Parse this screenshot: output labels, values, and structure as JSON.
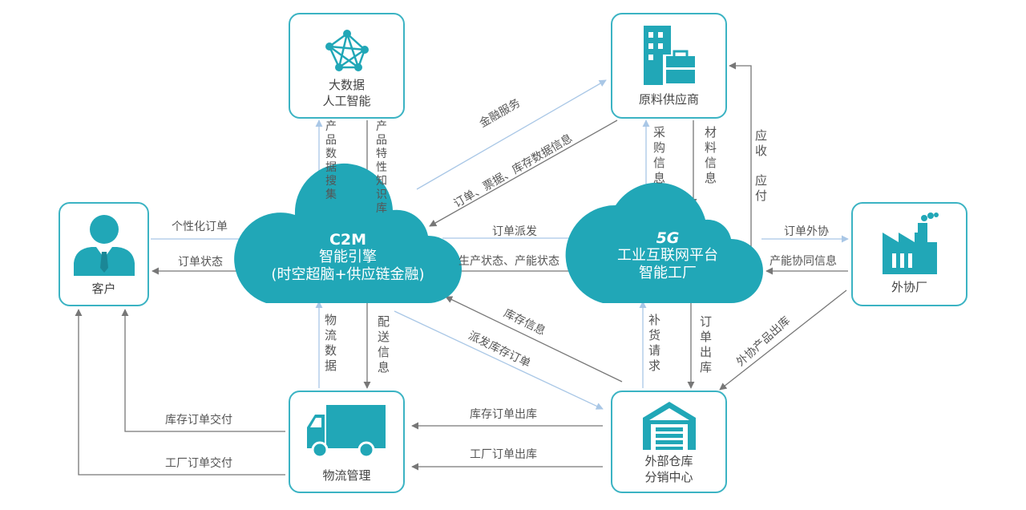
{
  "colors": {
    "teal": "#21a7b7",
    "border": "#3bb3c3",
    "line_gray": "#777777",
    "line_blue": "#aac8e6"
  },
  "nodes": {
    "big_data": {
      "label_1": "大数据",
      "label_2": "人工智能",
      "icon": "network-graph-icon"
    },
    "supplier": {
      "label": "原料供应商",
      "icon": "building-icon"
    },
    "customer": {
      "label": "客户",
      "icon": "person-icon"
    },
    "outsourcing": {
      "label": "外协厂",
      "icon": "factory-icon"
    },
    "logistics": {
      "label": "物流管理",
      "icon": "truck-icon"
    },
    "warehouse": {
      "label_1": "外部仓库",
      "label_2": "分销中心",
      "icon": "warehouse-icon"
    }
  },
  "clouds": {
    "c2m": {
      "title": "C2M",
      "line_1": "智能引擎",
      "line_2": "(时空超脑+供应链金融)"
    },
    "platform": {
      "title": "5G",
      "line_1": "工业互联网平台",
      "line_2": "智能工厂"
    }
  },
  "edges": {
    "personal_order": "个性化订单",
    "order_status": "订单状态",
    "product_data_search": "产品数据搜集",
    "product_knowledge": "产品特性知识库",
    "finance_service": "金融服务",
    "order_invoice_inventory": "订单、票据、库存数据信息",
    "order_dispatch": "订单派发",
    "production_status": "生产状态、产能状态",
    "purchase_info": "采购信息",
    "material_info": "材料信息",
    "receivable": "应收",
    "payable": "应付",
    "order_outsource": "订单外协",
    "capacity_info": "产能协同信息",
    "logistics_data": "物流数据",
    "delivery_info": "配送信息",
    "inventory_info": "库存信息",
    "dispatch_inventory_order": "派发库存订单",
    "replenish_request": "补货请求",
    "order_out": "订单出库",
    "outsource_product_out": "外协产品出库",
    "inventory_order_delivery": "库存订单交付",
    "factory_order_delivery": "工厂订单交付",
    "inventory_order_out": "库存订单出库",
    "factory_order_out": "工厂订单出库"
  }
}
